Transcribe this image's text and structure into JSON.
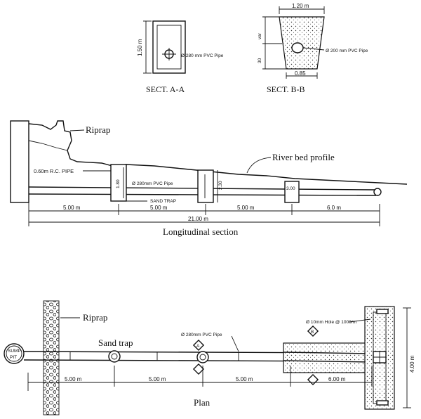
{
  "sections": {
    "aa": {
      "height": "1.50 m",
      "pipe": "Ø 280 mm PVC Pipe",
      "caption": "SECT. A-A"
    },
    "bb": {
      "top_width": "1.20 m",
      "left_upper": "var",
      "left_lower": "30",
      "pipe": "Ø 200 mm PVC Pipe",
      "bottom_width": "0.85",
      "caption": "SECT. B-B"
    }
  },
  "longitudinal": {
    "riprap": "Riprap",
    "river_bed": "River bed profile",
    "rc_pipe": "0.60m R.C. PIPE",
    "pvc_pipe": "Ø 280mm PVC Pipe",
    "sand_trap": "SAND TRAP",
    "box1": "1.80",
    "box2": "2.30",
    "box3": "3.00",
    "dims": [
      "5.00 m",
      "5.00 m",
      "5.00 m",
      "6.0 m"
    ],
    "total": "21.00 m",
    "caption": "Longitudinal section"
  },
  "plan": {
    "riprap": "Riprap",
    "sand_trap": "Sand trap",
    "pvc_pipe": "Ø 280mm PVC Pipe",
    "holes": "Ø 10mm Hole @ 1000/m",
    "sump_line1": "SUMP",
    "sump_line2": "PIT",
    "section_a": "A",
    "section_b": "B",
    "width": "4.00 m",
    "dims": [
      "5.00 m",
      "5.00 m",
      "5.00 m",
      "6.00 m"
    ],
    "caption": "Plan"
  }
}
